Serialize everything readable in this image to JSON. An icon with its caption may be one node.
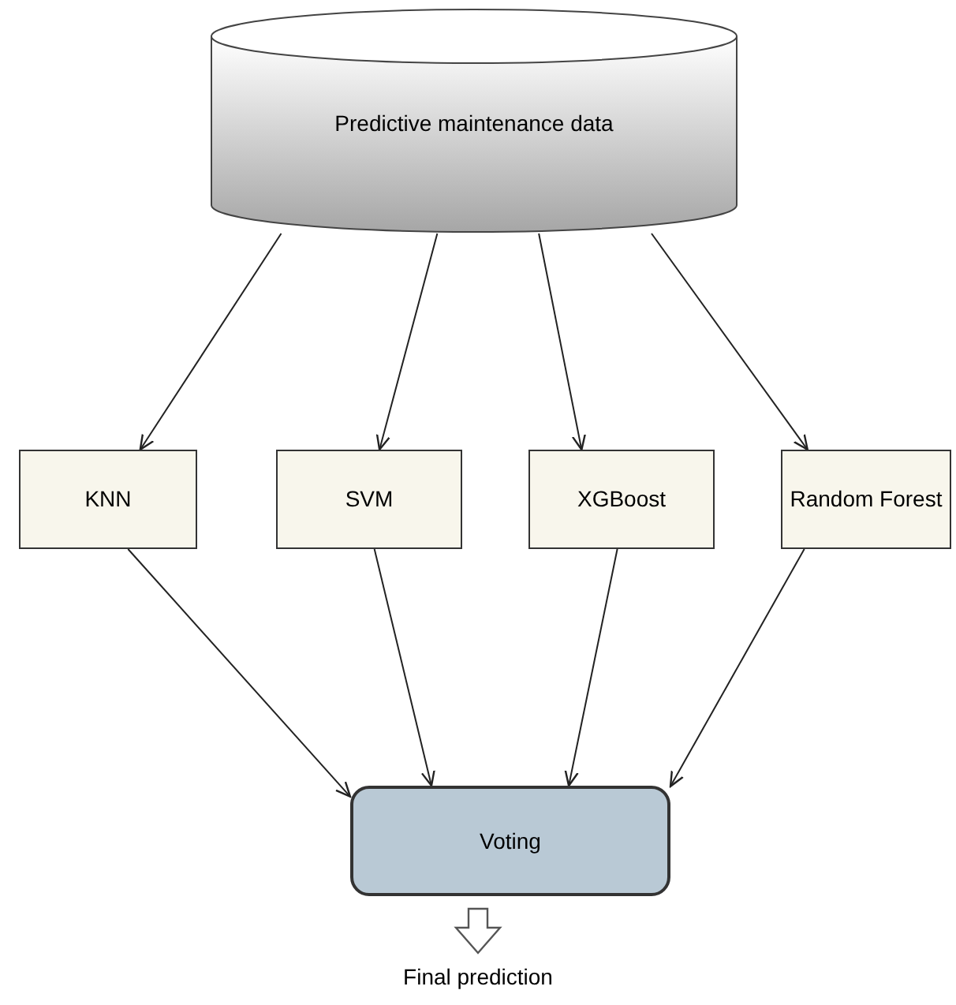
{
  "diagram": {
    "nodes": [
      {
        "text": [
          "Predictive maintenance data"
        ]
      },
      {
        "text": [
          "KNN"
        ]
      },
      {
        "text": [
          "SVM"
        ]
      },
      {
        "text": [
          "XGBoost"
        ]
      },
      {
        "text": [
          "Random Forest"
        ]
      },
      {
        "text": [
          "Voting"
        ]
      },
      {
        "text": [
          "Final prediction"
        ]
      }
    ],
    "edges": [
      {
        "from": 0,
        "to": 1,
        "arrow": "to"
      },
      {
        "from": 0,
        "to": 2,
        "arrow": "to"
      },
      {
        "from": 0,
        "to": 3,
        "arrow": "to"
      },
      {
        "from": 0,
        "to": 4,
        "arrow": "to"
      },
      {
        "from": 1,
        "to": 5,
        "arrow": "to"
      },
      {
        "from": 2,
        "to": 5,
        "arrow": "to"
      },
      {
        "from": 3,
        "to": 5,
        "arrow": "to"
      },
      {
        "from": 4,
        "to": 5,
        "arrow": "to"
      },
      {
        "from": 5,
        "to": 6,
        "arrow": "to",
        "style": "thick"
      }
    ]
  }
}
